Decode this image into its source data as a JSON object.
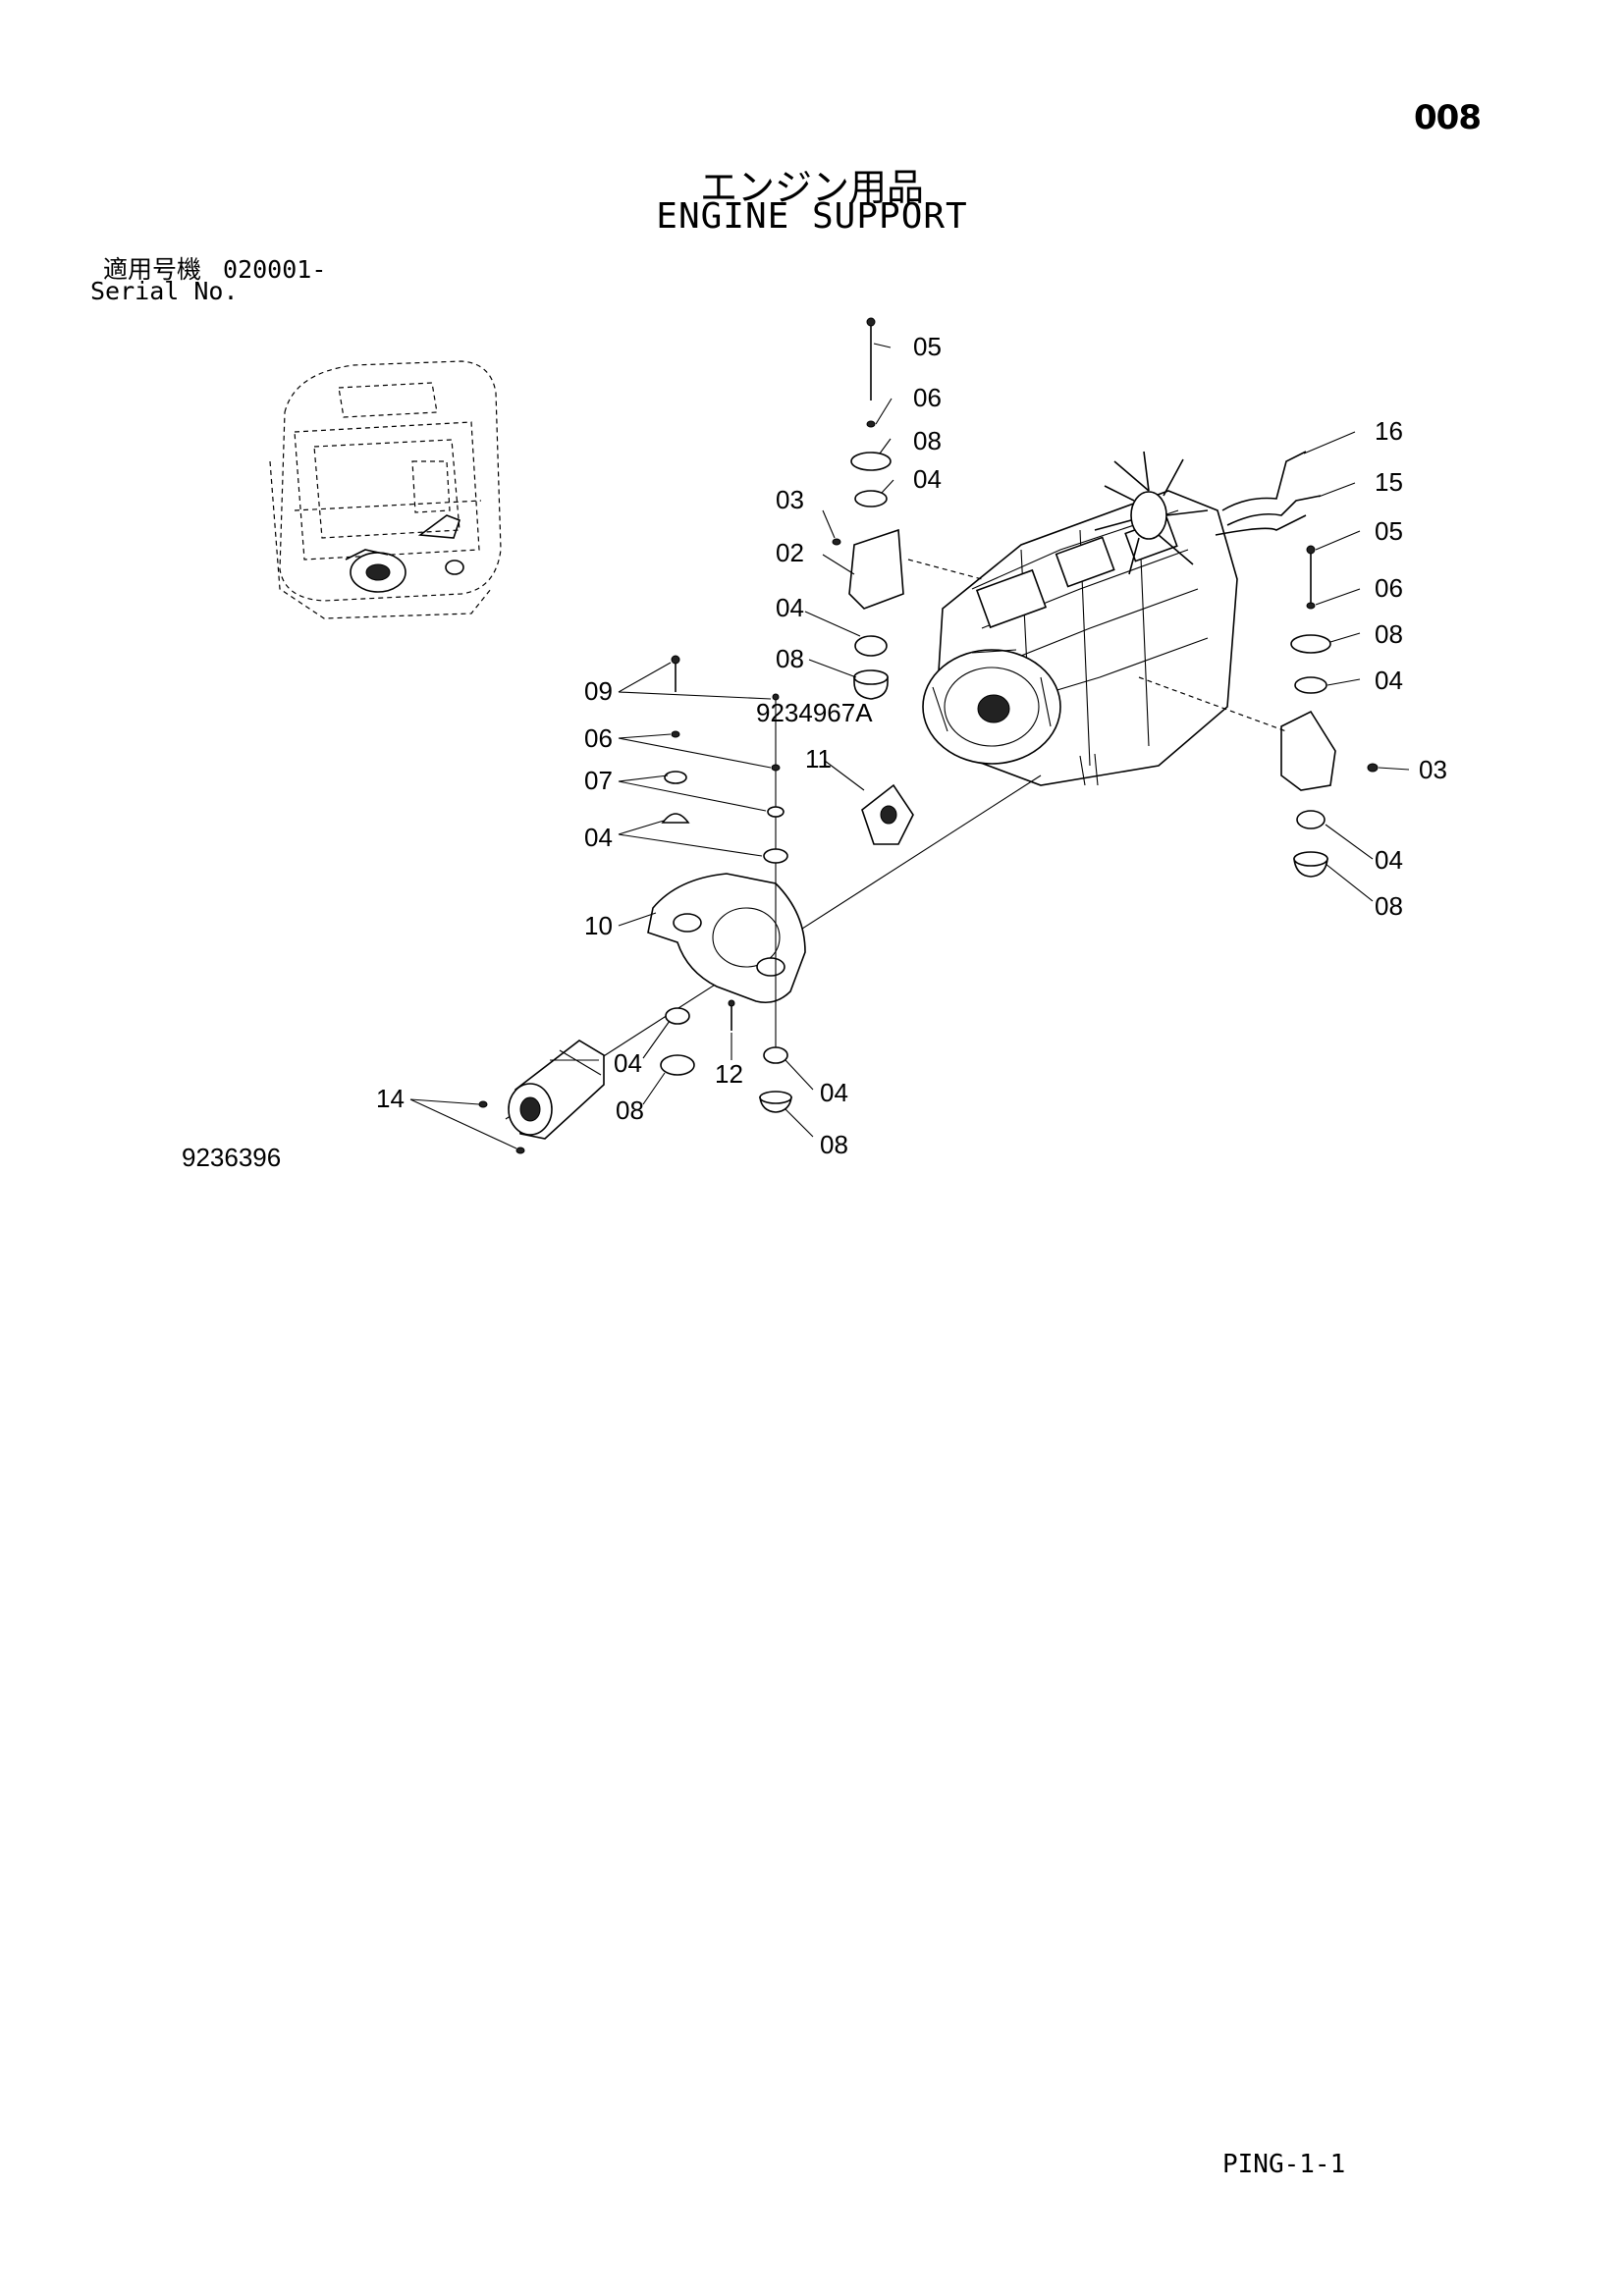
{
  "page": {
    "page_number": "008",
    "title_ja": "エンジン用品",
    "title_en": "ENGINE SUPPORT",
    "serial_label_ja": "適用号機",
    "serial_value": "020001-",
    "serial_label_en": "Serial No.",
    "footer_code": "PING-1-1"
  },
  "diagram": {
    "engine_drawing_no": "9234967A",
    "assembly_drawing_no": "9236396",
    "callouts": [
      "05",
      "06",
      "08",
      "04",
      "03",
      "02",
      "04",
      "08",
      "16",
      "15",
      "05",
      "06",
      "08",
      "04",
      "03",
      "04",
      "08",
      "09",
      "06",
      "07",
      "04",
      "11",
      "10",
      "04",
      "08",
      "12",
      "04",
      "08",
      "14"
    ]
  }
}
